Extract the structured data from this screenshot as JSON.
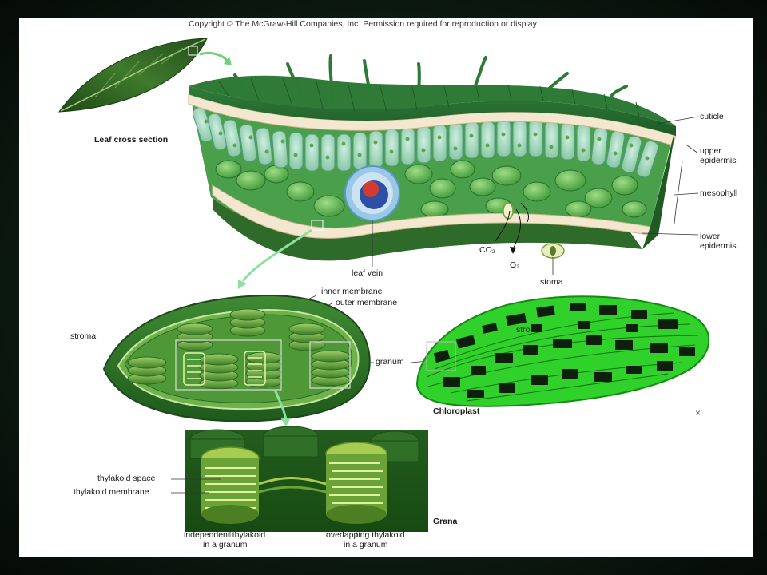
{
  "copyright": "Copyright © The McGraw-Hill Companies, Inc. Permission required for reproduction or display.",
  "leaf": {
    "title": "Leaf cross section",
    "labels": {
      "cuticle": "cuticle",
      "upper_epidermis_1": "upper",
      "upper_epidermis_2": "epidermis",
      "mesophyll": "mesophyll",
      "lower_epidermis_1": "lower",
      "lower_epidermis_2": "epidermis",
      "leaf_vein": "leaf vein",
      "stoma": "stoma",
      "co2": "CO₂",
      "o2": "O₂"
    }
  },
  "chloroplast_diagram": {
    "inner_membrane": "inner membrane",
    "outer_membrane": "outer membrane",
    "stroma": "stroma",
    "granum": "granum"
  },
  "micrograph": {
    "title": "Chloroplast",
    "stroma": "stroma",
    "close_mark": "×"
  },
  "grana": {
    "title": "Grana",
    "thylakoid_space": "thylakoid space",
    "thylakoid_membrane": "thylakoid membrane",
    "independent_1": "independent thylakoid",
    "independent_2": "in a granum",
    "overlapping_1": "overlapping thylakoid",
    "overlapping_2": "in a granum"
  }
}
